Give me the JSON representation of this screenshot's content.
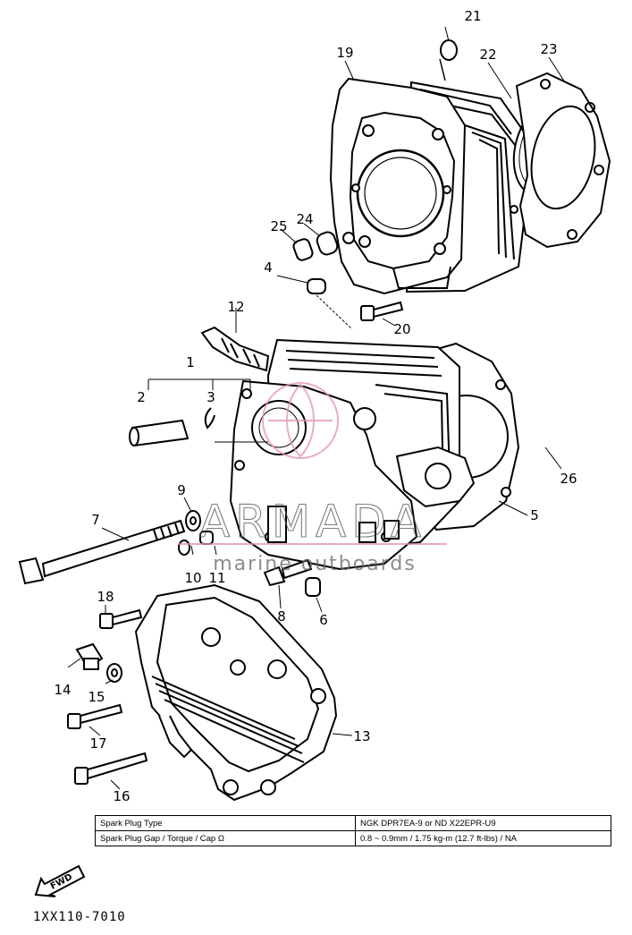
{
  "watermark": {
    "brand": "ARMADA",
    "tagline": "marine outboards"
  },
  "callouts": [
    "21",
    "19",
    "22",
    "23",
    "25",
    "24",
    "4",
    "20",
    "12",
    "1",
    "2",
    "3",
    "26",
    "5",
    "9",
    "7",
    "10",
    "11",
    "8",
    "6",
    "18",
    "14",
    "15",
    "13",
    "17",
    "16"
  ],
  "spec_table": [
    {
      "label": "Spark Plug Type",
      "value": "NGK DPR7EA-9 or ND X22EPR-U9"
    },
    {
      "label": "Spark Plug Gap / Torque / Cap Ω",
      "value": "0.8 ~ 0.9mm / 1.75 kg-m (12.7 ft-lbs) / NA"
    }
  ],
  "fwd_label": "FWD",
  "part_code": "1XX110-7010"
}
